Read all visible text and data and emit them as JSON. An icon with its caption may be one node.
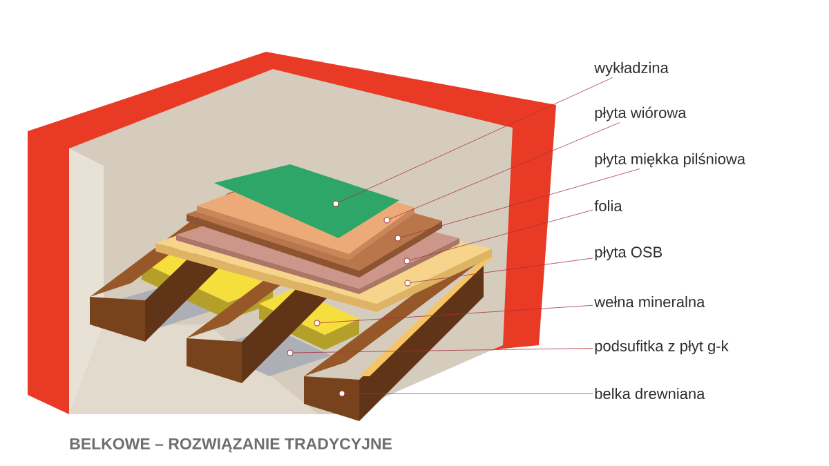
{
  "diagram": {
    "caption": "BELKOWE – ROZWIĄZANIE TRADYCYJNE",
    "nodes": [
      {
        "text": [
          "wykładzina"
        ]
      },
      {
        "text": [
          "płyta wiórowa"
        ]
      },
      {
        "text": [
          "płyta miękka pilśniowa"
        ]
      },
      {
        "text": [
          "folia"
        ]
      },
      {
        "text": [
          "płyta OSB"
        ]
      },
      {
        "text": [
          "wełna mineralna"
        ]
      },
      {
        "text": [
          "podsufitka z płyt g-k"
        ]
      },
      {
        "text": [
          "belka drewniana"
        ]
      },
      {
        "text": [],
        "shape": "circle"
      },
      {
        "text": [],
        "shape": "circle"
      },
      {
        "text": [],
        "shape": "circle"
      },
      {
        "text": [],
        "shape": "circle"
      },
      {
        "text": [],
        "shape": "circle"
      },
      {
        "text": [],
        "shape": "circle"
      },
      {
        "text": [],
        "shape": "circle"
      },
      {
        "text": [],
        "shape": "circle"
      }
    ],
    "edges": [
      {
        "from": 0,
        "to": 8,
        "arrow": "none"
      },
      {
        "from": 1,
        "to": 9,
        "arrow": "none"
      },
      {
        "from": 2,
        "to": 10,
        "arrow": "none"
      },
      {
        "from": 3,
        "to": 11,
        "arrow": "none"
      },
      {
        "from": 4,
        "to": 12,
        "arrow": "none"
      },
      {
        "from": 5,
        "to": 13,
        "arrow": "none"
      },
      {
        "from": 6,
        "to": 14,
        "arrow": "none"
      },
      {
        "from": 7,
        "to": 15,
        "arrow": "none"
      }
    ]
  }
}
